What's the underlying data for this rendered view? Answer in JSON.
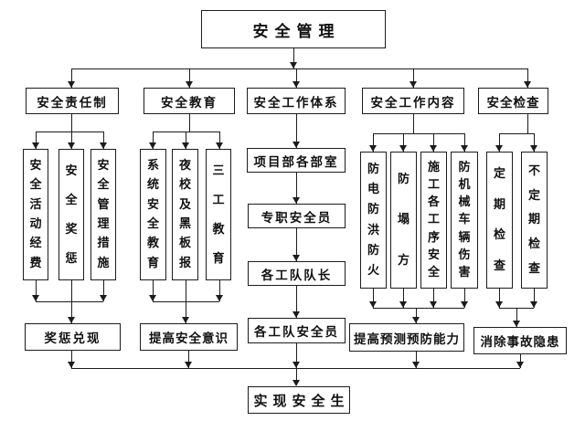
{
  "colors": {
    "line": "#1c1c1c",
    "background": "#ffffff",
    "text": "#111111"
  },
  "diagram": {
    "root": "安全管理",
    "goal": "实现安全生",
    "columns": [
      {
        "parent": "安全责任制",
        "children": [
          "安全活动经费",
          "安全奖惩",
          "安全管理措施"
        ],
        "result": "奖惩兑现"
      },
      {
        "parent": "安全教育",
        "children": [
          "系统安全教育",
          "夜校及黑板报",
          "三工教育"
        ],
        "result": "提高安全意识"
      },
      {
        "parent": "安全工作体系",
        "chain": [
          "项目部各部室",
          "专职安全员",
          "各工队队长",
          "各工队安全员"
        ]
      },
      {
        "parent": "安全工作内容",
        "children": [
          "防电防洪防火",
          "防塌方",
          "施工各工序安全",
          "防机械车辆伤害"
        ],
        "result": "提高预测预防能力"
      },
      {
        "parent": "安全检查",
        "children": [
          "定期检查",
          "不定期检查"
        ],
        "result": "消除事故隐患"
      }
    ]
  }
}
